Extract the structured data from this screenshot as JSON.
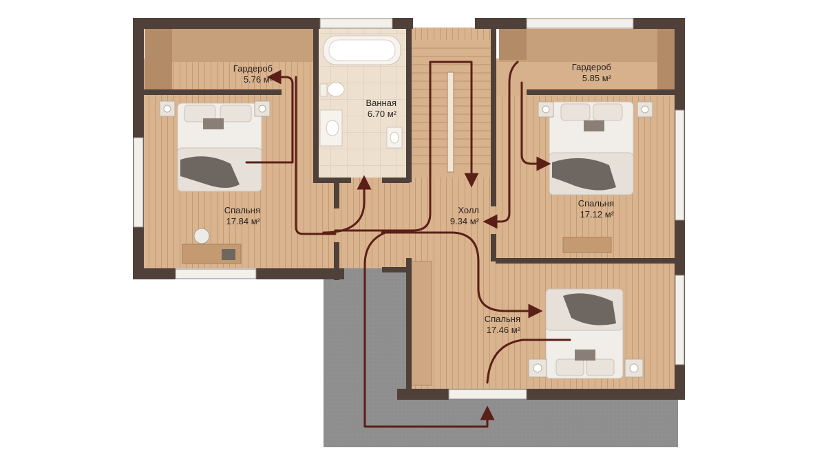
{
  "colors": {
    "wall": "#4f403a",
    "floor": "#d9b48f",
    "floor_plank": "#c9a07a",
    "closet": "#cfa783",
    "bath_tile": "#ede0cf",
    "terrace": "#8f8e8e",
    "arrow": "#5a1f17",
    "bed": "#f1ede8",
    "blanket": "#6e6660"
  },
  "rooms": [
    {
      "id": "wardrobe-left",
      "name": "Гардероб",
      "area": "5.76 м²"
    },
    {
      "id": "bathroom",
      "name": "Ванная",
      "area": "6.70 м²"
    },
    {
      "id": "wardrobe-right",
      "name": "Гардероб",
      "area": "5.85 м²"
    },
    {
      "id": "bedroom-left",
      "name": "Спальня",
      "area": "17.84 м²"
    },
    {
      "id": "hall",
      "name": "Холл",
      "area": "9.34 м²"
    },
    {
      "id": "bedroom-right",
      "name": "Спальня",
      "area": "17.12 м²"
    },
    {
      "id": "bedroom-bottom",
      "name": "Спальня",
      "area": "17.46 м²"
    }
  ]
}
